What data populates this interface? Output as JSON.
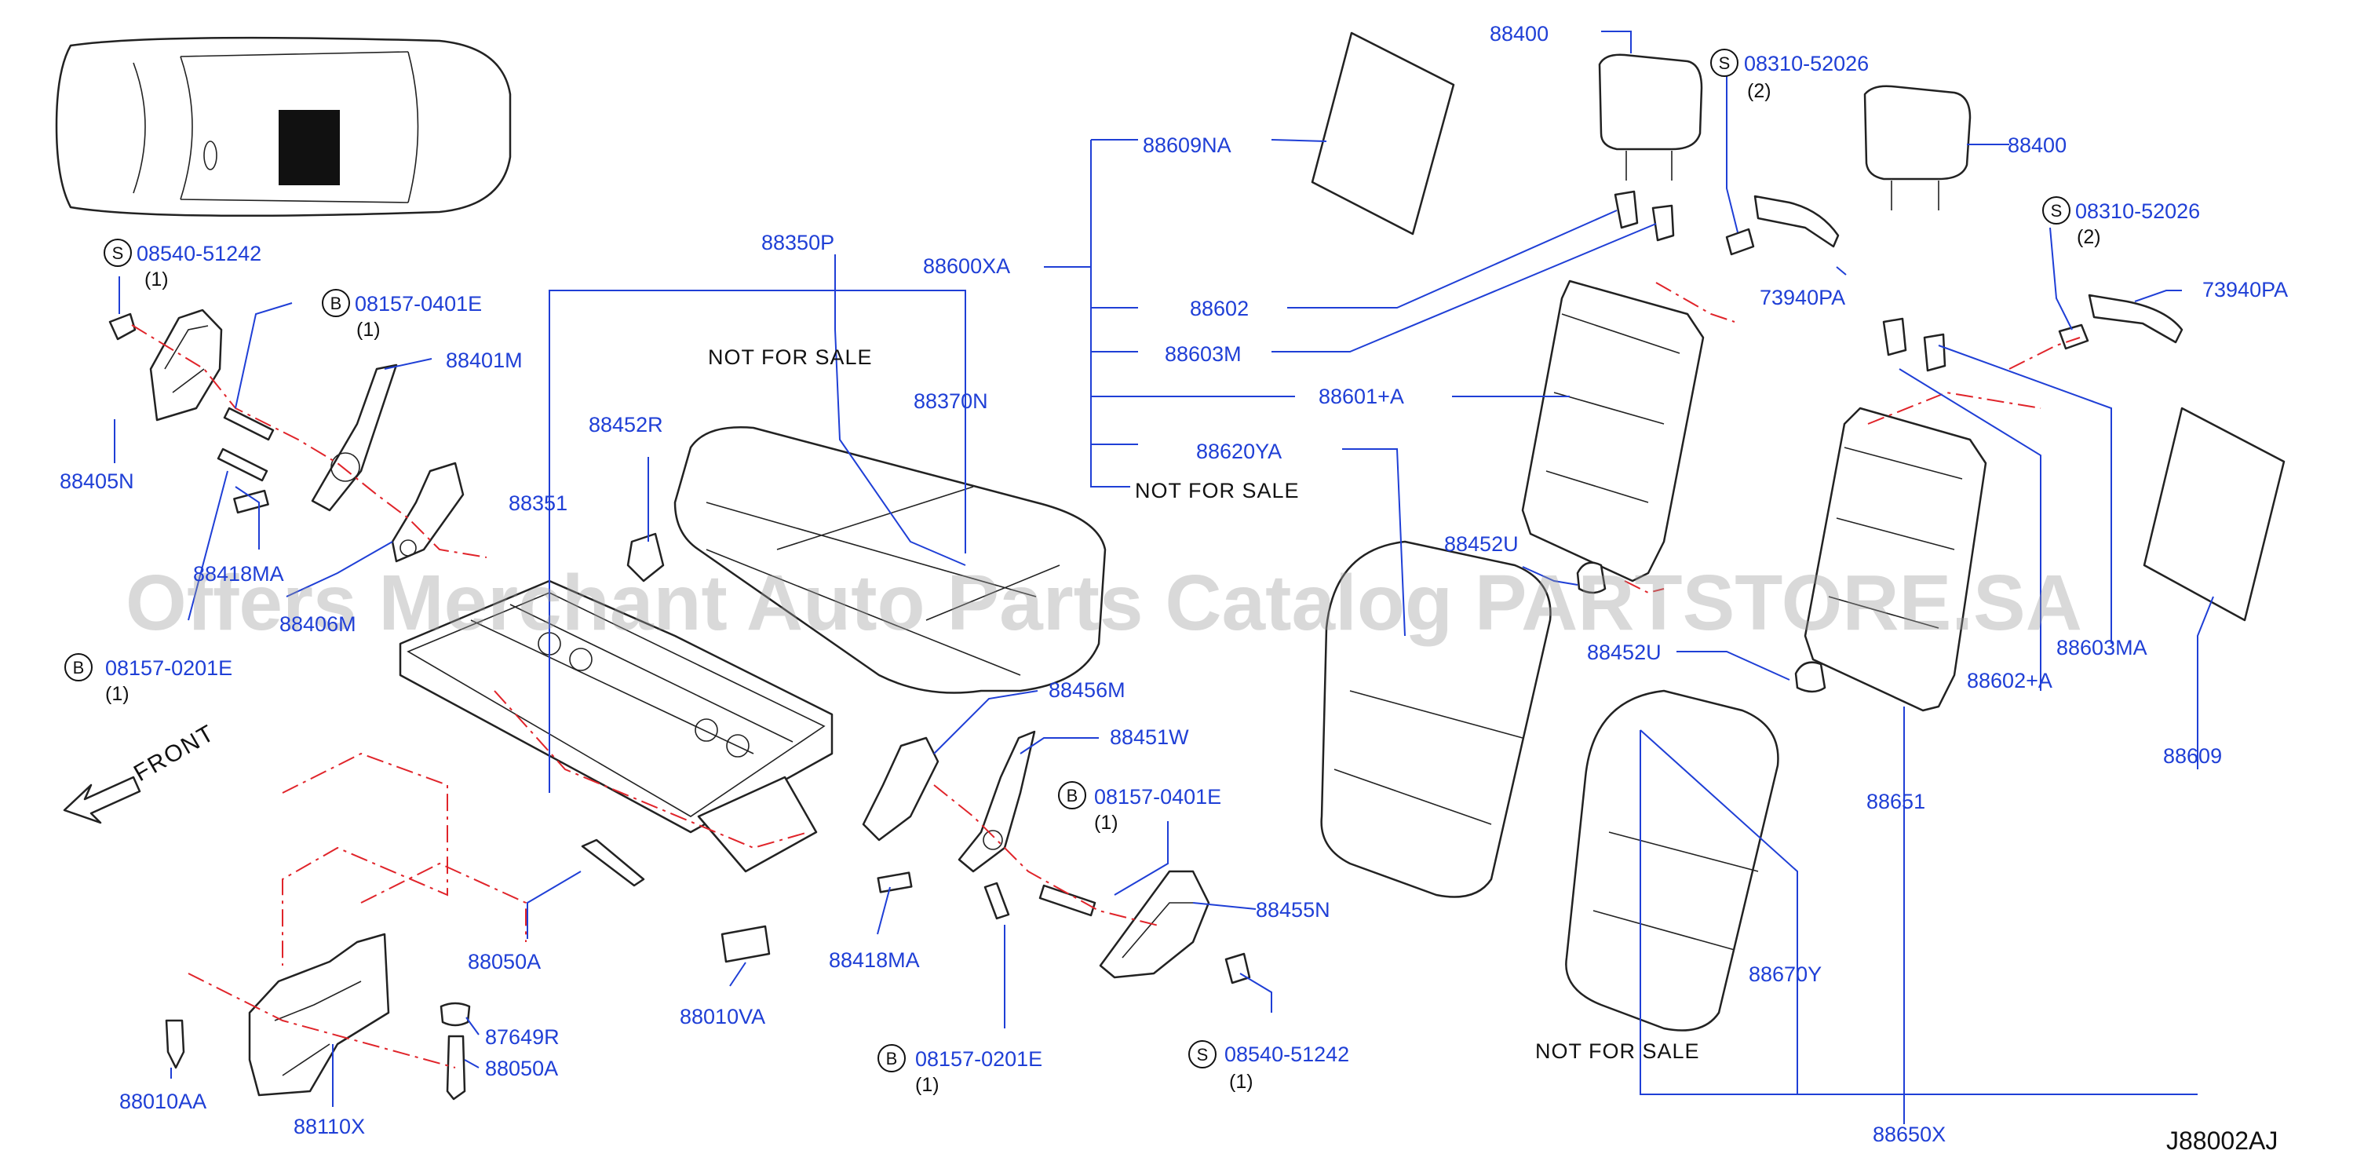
{
  "watermark": "Offers Merchant Auto Parts Catalog PARTSTORE.SA",
  "diagram_code": "J88002AJ",
  "front_label": "FRONT",
  "not_for_sale": "NOT FOR SALE",
  "markers": {
    "s": "S",
    "b": "B"
  },
  "parts": {
    "p08540_51242_tl": "08540-51242",
    "q08540_tl": "(1)",
    "p08157_0401e_tl": "08157-0401E",
    "q08157_0401e_tl": "(1)",
    "p88401m": "88401M",
    "p88405n": "88405N",
    "p88418ma_l": "88418MA",
    "p88406m": "88406M",
    "p08157_0201e_l": "08157-0201E",
    "q08157_0201e_l": "(1)",
    "p88350p": "88350P",
    "p88351": "88351",
    "p88452r": "88452R",
    "p88370n": "88370N",
    "p88600xa": "88600XA",
    "p88609na": "88609NA",
    "p88602": "88602",
    "p88603m": "88603M",
    "p88601a": "88601+A",
    "p88620ya": "88620YA",
    "p88400_a": "88400",
    "p88400_b": "88400",
    "p08310_52026_a": "08310-52026",
    "q08310_a": "(2)",
    "p08310_52026_b": "08310-52026",
    "q08310_b": "(2)",
    "p73940pa_a": "73940PA",
    "p73940pa_b": "73940PA",
    "p88452u_a": "88452U",
    "p88452u_b": "88452U",
    "p88603ma": "88603MA",
    "p88602a": "88602+A",
    "p88651": "88651",
    "p88609": "88609",
    "p88670y": "88670Y",
    "p88650x": "88650X",
    "p88456m": "88456M",
    "p88451w": "88451W",
    "p08157_0401e_r": "08157-0401E",
    "q08157_0401e_r": "(1)",
    "p88455n": "88455N",
    "p88418ma_r": "88418MA",
    "p08157_0201e_r": "08157-0201E",
    "q08157_0201e_r": "(1)",
    "p08540_51242_r": "08540-51242",
    "q08540_r": "(1)",
    "p88050a_a": "88050A",
    "p88050a_b": "88050A",
    "p87649r": "87649R",
    "p88010va": "88010VA",
    "p88010aa": "88010AA",
    "p88110x": "88110X"
  },
  "colors": {
    "label": "#1f3fd6",
    "phantom_line": "#e0242a",
    "outline": "#222222"
  }
}
